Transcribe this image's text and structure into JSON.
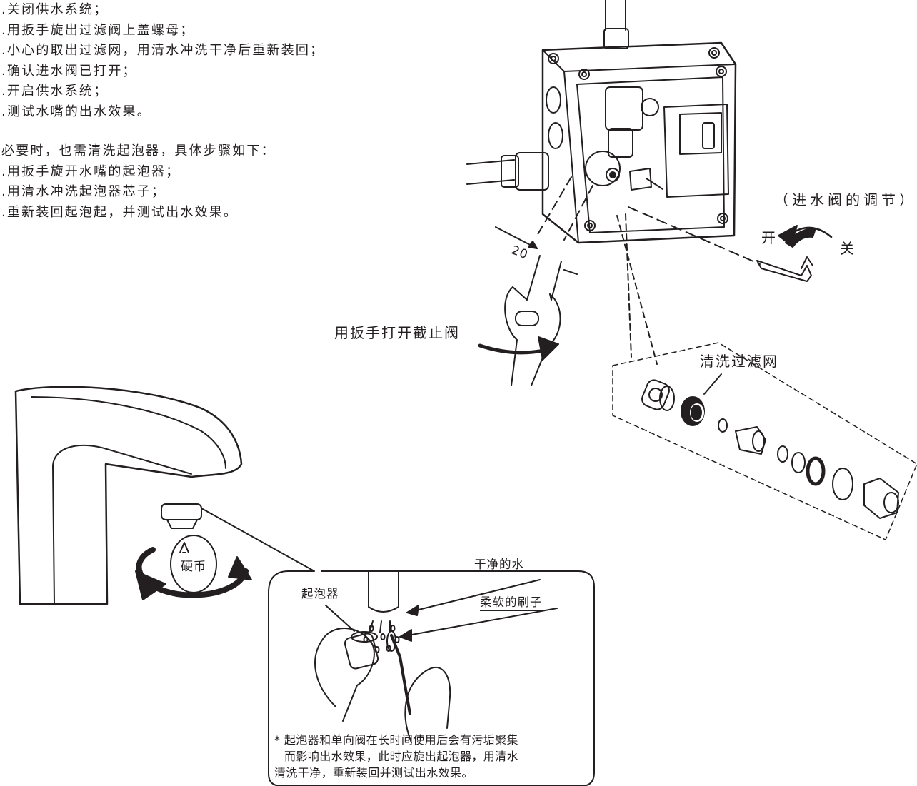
{
  "steps": [
    ".关闭供水系统；",
    ".用扳手旋出过滤阀上盖螺母；",
    ".小心的取出过滤网，用清水冲洗干净后重新装回；",
    ".确认进水阀已打开；",
    ".开启供水系统；",
    ".测试水嘴的出水效果。"
  ],
  "aerator_intro": "必要时，也需清洗起泡器，具体步骤如下：",
  "aerator_steps": [
    ".用扳手旋开水嘴的起泡器；",
    ".用清水冲洗起泡器芯子；",
    ".重新装回起泡起，并测试出水效果。"
  ],
  "labels": {
    "valve_adjust": "（进水阀的调节）",
    "open": "开",
    "close": "关",
    "wrench_size": "20",
    "open_stop_valve": "用扳手打开截止阀",
    "clean_filter": "清洗过滤网",
    "coin": "硬币",
    "clean_water": "干净的水",
    "aerator": "起泡器",
    "soft_brush": "柔软的刷子"
  },
  "note_lines": [
    "* 起泡器和单向阀在长时间使用后会有污垢聚集",
    "而影响出水效果，此时应旋出起泡器，用清水",
    "清洗干净，重新装回并测试出水效果。"
  ]
}
